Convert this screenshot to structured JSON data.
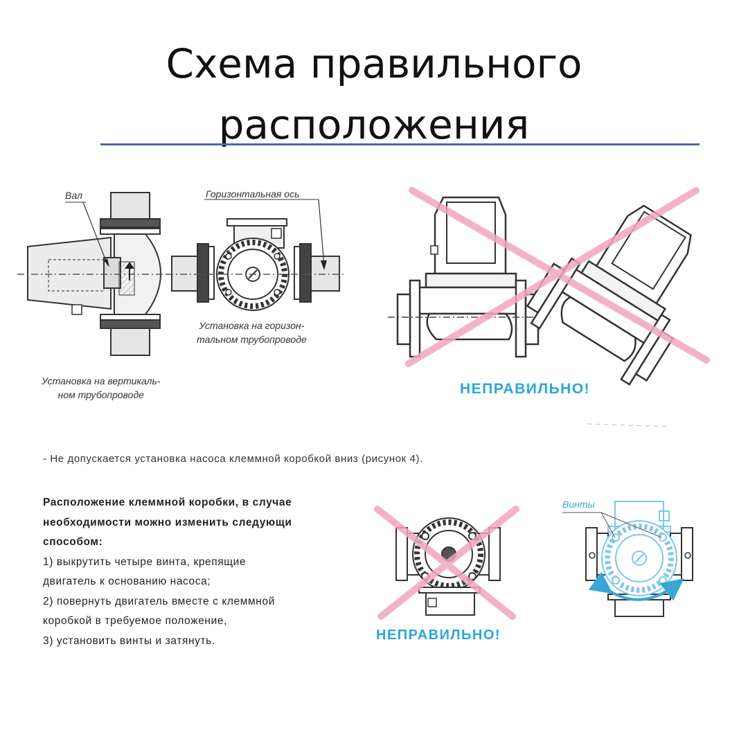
{
  "title": {
    "line1": "Схема правильного",
    "line2": "расположения"
  },
  "labels": {
    "shaft": "Вал",
    "horizontal_axis": "Горизонтальная ось",
    "horizontal_install": [
      "Установка на горизон-",
      "тальном трубопроводе"
    ],
    "vertical_install": [
      "Установка на вертикаль-",
      "ном трубопроводе"
    ],
    "screws": "Винты"
  },
  "wrong_label_1": "НЕПРАВИЛЬНО!",
  "wrong_label_2": "НЕПРАВИЛЬНО!",
  "note": "- Не допускается установка насоса клеммной коробкой вниз (рисунок 4).",
  "paragraph": {
    "bold_lines": [
      "Расположение клеммной коробки, в случае",
      "необходимости можно изменить следующи",
      "способом:"
    ],
    "steps": [
      "1) выкрутить четыре винта, крепящие",
      "двигатель к основанию насоса;",
      "2) повернуть двигатель вместе с клеммной",
      "коробкой в требуемое положение,",
      "3) установить винты и затянуть."
    ]
  },
  "colors": {
    "cross": "#f2a6bd",
    "wrong_text": "#2aa8d8",
    "rule": "#4a6aa8",
    "blue_pump": "#7cc8ea"
  }
}
